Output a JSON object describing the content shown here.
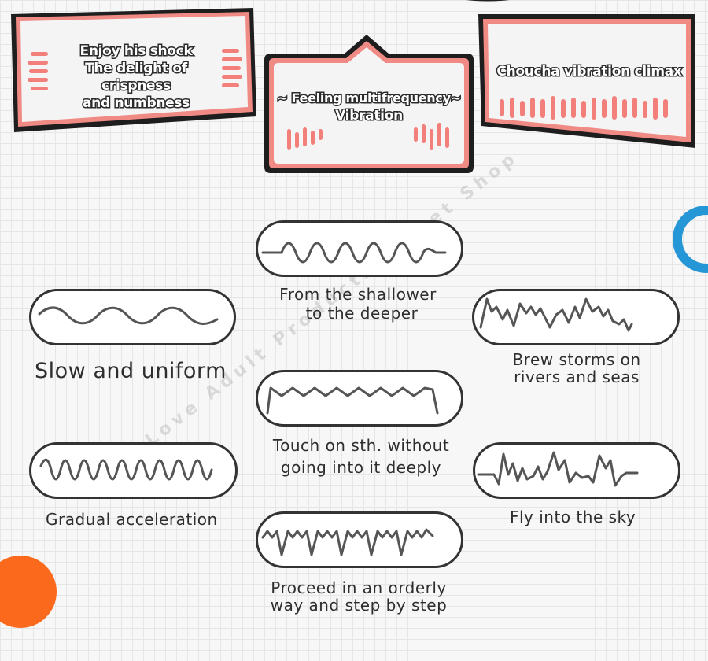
{
  "colors": {
    "card_fill": "#f4f4f4",
    "card_border": "#f08a84",
    "card_outline": "#1e1e1e",
    "bar": "#f37f7b",
    "pill_border": "#333333",
    "wave": "#555555",
    "blue_ring": "#2596d6",
    "orange_dot": "#fb6a1c"
  },
  "cards": [
    {
      "lines": [
        "Enjoy his shock",
        "The delight of crispness",
        "and numbness"
      ]
    },
    {
      "lines": [
        "~ Feeling multifrequency~",
        "Vibration"
      ]
    },
    {
      "lines": [
        "Choucha vibration climax"
      ]
    }
  ],
  "modes": {
    "slow_uniform": "Slow and uniform",
    "gradual_acceleration": "Gradual acceleration",
    "shallower_deeper_1": "From the shallower",
    "shallower_deeper_2": "to the deeper",
    "touch_1": "Touch on sth. without",
    "touch_2": "going into it deeply",
    "orderly_1": "Proceed in an orderly",
    "orderly_2": "way and step by step",
    "storms_1": "Brew storms on",
    "storms_2": "rivers and seas",
    "fly": "Fly into the sky"
  },
  "watermark": "Sex Love Adult Products Secret Shop"
}
